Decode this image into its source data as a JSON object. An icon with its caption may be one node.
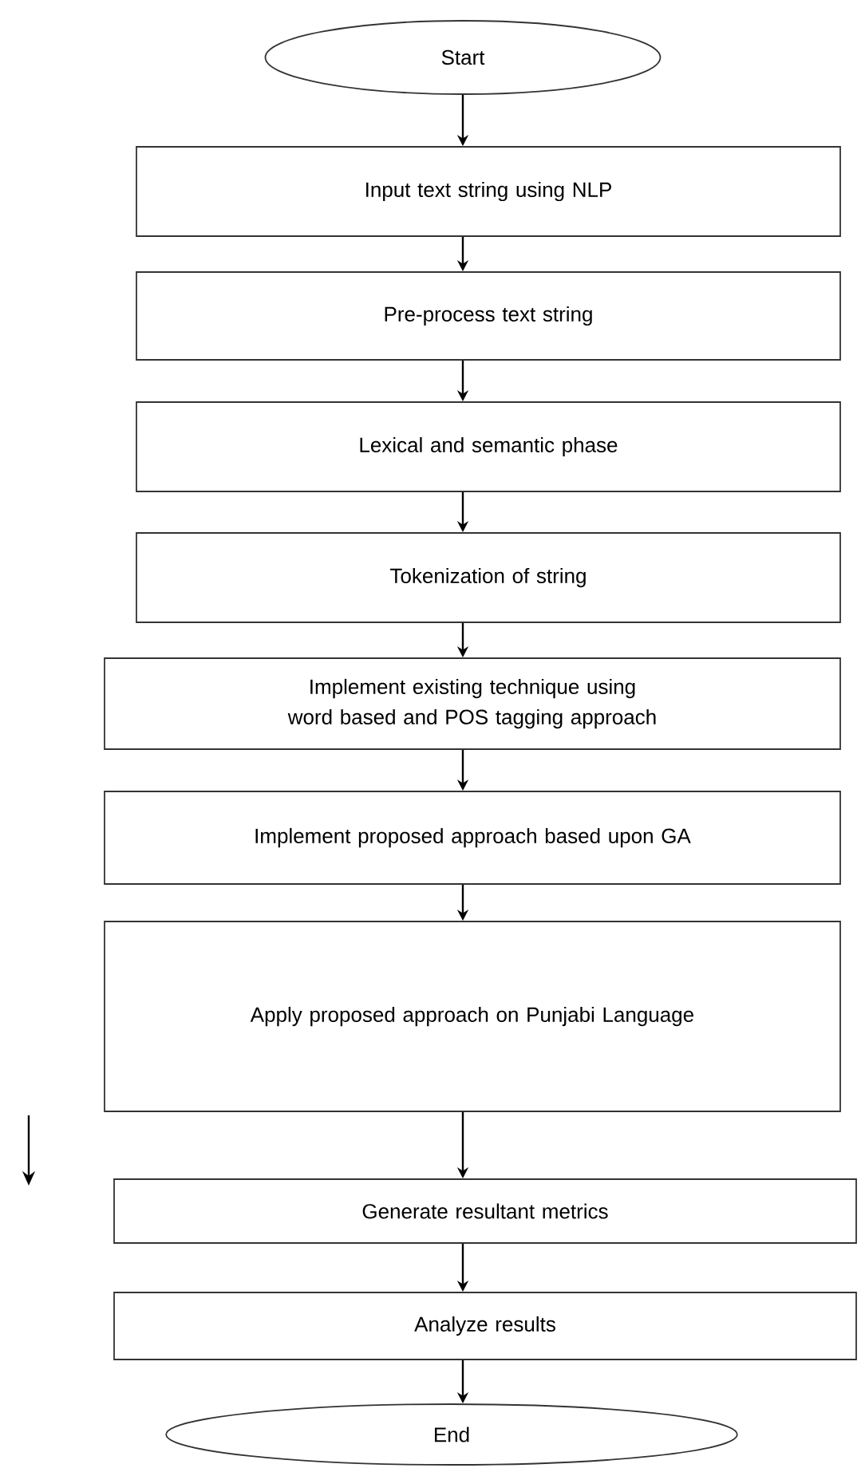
{
  "diagram": {
    "nodes": [
      {
        "text": [
          "Start"
        ]
      },
      {
        "text": [
          "Input text string using NLP"
        ]
      },
      {
        "text": [
          "Pre-process text string"
        ]
      },
      {
        "text": [
          "Lexical and semantic phase"
        ]
      },
      {
        "text": [
          "Tokenization of string"
        ]
      },
      {
        "text": [
          "Implement existing technique using word based and POS tagging approach"
        ]
      },
      {
        "text": [
          "Implement proposed approach based upon GA"
        ]
      },
      {
        "text": [
          "Apply proposed approach on Punjabi Language"
        ]
      },
      {
        "text": [
          "Generate resultant metrics"
        ]
      },
      {
        "text": [
          "Analyze results"
        ]
      },
      {
        "text": [
          "End"
        ]
      }
    ],
    "edges": [
      {
        "from": 0,
        "to": 1,
        "arrow": "to"
      },
      {
        "from": 1,
        "to": 2,
        "arrow": "to"
      },
      {
        "from": 2,
        "to": 3,
        "arrow": "to"
      },
      {
        "from": 3,
        "to": 4,
        "arrow": "to"
      },
      {
        "from": 4,
        "to": 5,
        "arrow": "to"
      },
      {
        "from": 5,
        "to": 6,
        "arrow": "to"
      },
      {
        "from": 6,
        "to": 7,
        "arrow": "to"
      },
      {
        "from": 7,
        "to": 8,
        "arrow": "to"
      },
      {
        "from": 8,
        "to": 9,
        "arrow": "to"
      },
      {
        "from": 9,
        "to": 10,
        "arrow": "to"
      }
    ]
  }
}
